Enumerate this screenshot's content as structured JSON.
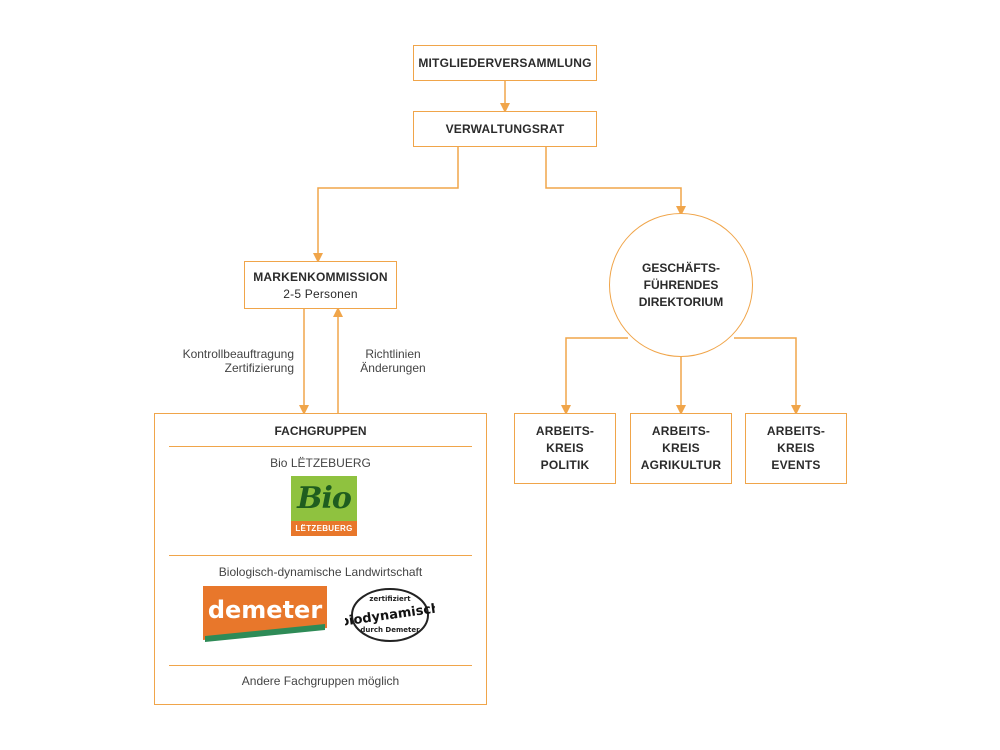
{
  "nodes": {
    "mitglieder": "MITGLIEDERVERSAMMLUNG",
    "verwaltungsrat": "VERWALTUNGSRAT",
    "markenkommission": {
      "title": "MARKENKOMMISSION",
      "subtitle": "2-5 Personen"
    },
    "direktorium": [
      "GESCHÄFTS-",
      "FÜHRENDES",
      "DIREKTORIUM"
    ],
    "ak_politik": [
      "ARBEITS-",
      "KREIS",
      "POLITIK"
    ],
    "ak_agrikultur": [
      "ARBEITS-",
      "KREIS",
      "AGRIKULTUR"
    ],
    "ak_events": [
      "ARBEITS-",
      "KREIS",
      "EVENTS"
    ]
  },
  "edge_labels": {
    "down": [
      "Kontrollbeauftragung",
      "Zertifizierung"
    ],
    "up": [
      "Richtlinien",
      "Änderungen"
    ]
  },
  "fachgruppen": {
    "title": "FACHGRUPPEN",
    "group1": "Bio LËTZEBUERG",
    "group2": "Biologisch-dynamische Landwirtschaft",
    "footer": "Andere Fachgruppen möglich"
  },
  "logos": {
    "bio": {
      "word": "Bio",
      "band": "LËTZEBUERG"
    },
    "demeter": {
      "word": "demeter"
    },
    "biodynamisch": {
      "top": "zertifiziert",
      "word": "biodynamisch",
      "bottom": "durch Demeter"
    }
  },
  "colors": {
    "accent": "#f0a54a",
    "bio_green": "#8fc23f",
    "bio_orange": "#e8772b",
    "demeter_orange": "#e8772b",
    "demeter_green": "#2e8b57"
  }
}
